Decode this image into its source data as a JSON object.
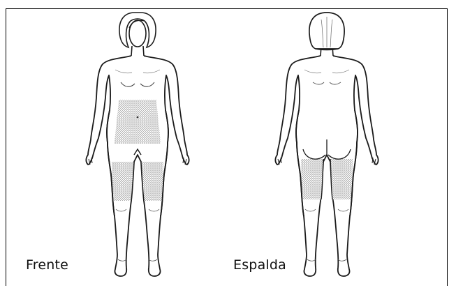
{
  "labels": {
    "front": "Frente",
    "back": "Espalda"
  },
  "colors": {
    "outline": "#1a1a1a",
    "shaded_region": "#bdbdbd",
    "body_fill": "#ffffff",
    "background": "#ffffff"
  },
  "views": [
    {
      "name": "front",
      "shaded_regions": [
        "abdomen",
        "upper-thighs"
      ]
    },
    {
      "name": "back",
      "shaded_regions": [
        "upper-thighs"
      ]
    }
  ]
}
